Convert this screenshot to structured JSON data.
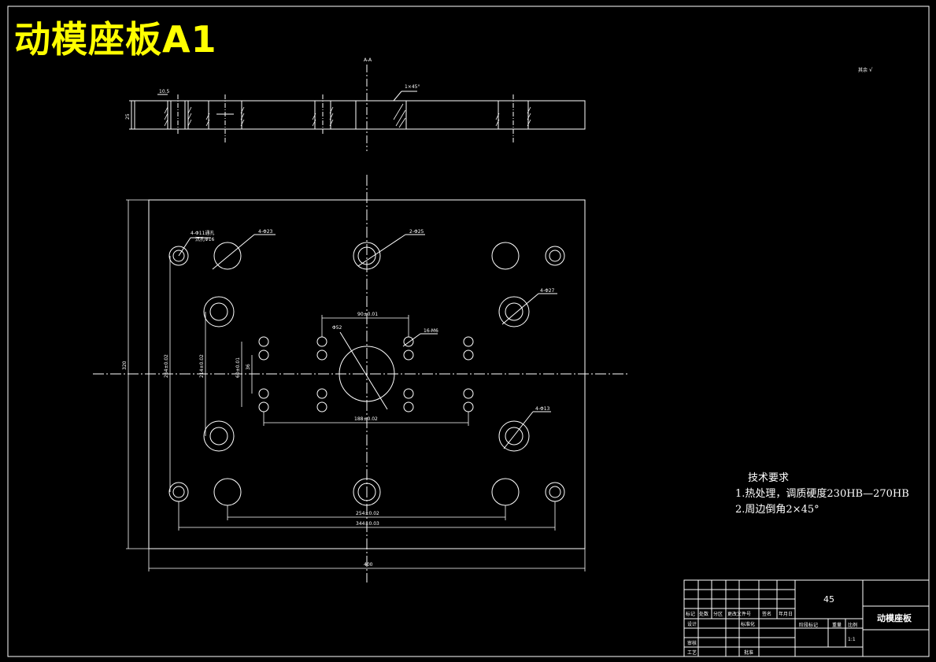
{
  "page_title": "动模座板A1",
  "tech_requirements": {
    "heading": "技术要求",
    "items": [
      "1.热处理，调质硬度230HB—270HB",
      "2.周边倒角2×45°"
    ]
  },
  "section_view": {
    "section_label": "A-A",
    "roughness_note": "其余",
    "chamfer_note": "1×45°",
    "depth_label": "10.5",
    "thickness_label": "25"
  },
  "plan_view": {
    "callouts": {
      "hole_group_a": "4-Φ11通孔",
      "hole_group_a_sub": "沉孔Φ16",
      "hole_group_b": "4-Φ23",
      "hole_center": "2-Φ25",
      "hole_group_c": "4-Φ27",
      "hole_group_d": "4-Φ13",
      "center_bore": "Φ52",
      "small_holes": "16-M6"
    },
    "dimensions": {
      "overall_width": "400",
      "overall_height": "320",
      "inner_w1": "254±0.02",
      "inner_w2": "344±0.03",
      "inner_w3": "188±0.02",
      "inner_w4": "90±0.01",
      "inner_h1": "214±0.02",
      "inner_h2": "264±0.02",
      "inner_h3": "60±0.01",
      "inner_h4": "36"
    }
  },
  "title_block": {
    "material": "45",
    "part_name": "动模座板",
    "scale": "1:1",
    "headers": [
      "标记",
      "处数",
      "分区",
      "更改文件号",
      "签名",
      "年月日"
    ],
    "row_labels": [
      "设计",
      "审核",
      "工艺"
    ],
    "mid_labels": [
      "标准化",
      "批准"
    ],
    "stage_label": "阶段标记",
    "weight_label": "重量",
    "scale_label": "比例"
  },
  "colors": {
    "background": "#000000",
    "lines": "#ffffff",
    "title": "#ffff00"
  }
}
